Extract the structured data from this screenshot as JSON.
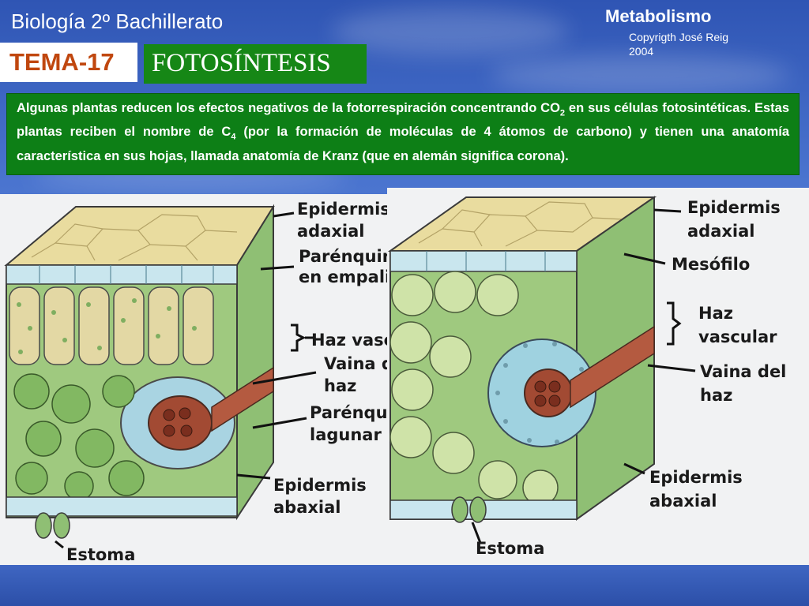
{
  "header": {
    "course": "Biología 2º Bachillerato",
    "topic": "Metabolismo",
    "copyright_line1": "Copyrigth José Reig",
    "copyright_line2": "2004",
    "tema": "TEMA-17",
    "title": "FOTOSÍNTESIS"
  },
  "intro": {
    "part1": "Algunas plantas reducen los efectos negativos de la fotorrespiración concentrando CO",
    "sub1": "2",
    "part2": " en sus células fotosintéticas. Estas plantas reciben el nombre de C",
    "sub2": "4",
    "part3": " (por la formación de moléculas de 4 átomos de carbono) y tienen una anatomía característica en sus hojas, llamada anatomía de Kranz (que en alemán significa corona)."
  },
  "left_diagram": {
    "labels": {
      "epidermis_adaxial_1": "Epidermis",
      "epidermis_adaxial_2": "adaxial",
      "parenquima_empalizada_1": "Parénquima",
      "parenquima_empalizada_2": "en empalizada",
      "haz_vascular": "Haz vascular",
      "vaina_haz_1": "Vaina del",
      "vaina_haz_2": "haz",
      "parenquima_lagunar_1": "Parénquima",
      "parenquima_lagunar_2": "lagunar",
      "epidermis_abaxial_1": "Epidermis",
      "epidermis_abaxial_2": "abaxial",
      "estoma": "Estoma"
    }
  },
  "right_diagram": {
    "labels": {
      "epidermis_adaxial_1": "Epidermis",
      "epidermis_adaxial_2": "adaxial",
      "mesofilo": "Mesófilo",
      "haz_vascular_1": "Haz",
      "haz_vascular_2": "vascular",
      "vaina_haz_1": "Vaina del",
      "vaina_haz_2": "haz",
      "epidermis_abaxial_1": "Epidermis",
      "epidermis_abaxial_2": "abaxial",
      "estoma": "Estoma"
    }
  },
  "colors": {
    "green_box": "#0d7f16",
    "tema_text": "#c0470f",
    "epidermis_top": "#e9dc9f",
    "epidermis_side": "#bfe0ea",
    "mesophyll": "#a9cf86",
    "bundle_sheath": "#9fd2e0",
    "xylem": "#a24a33"
  }
}
